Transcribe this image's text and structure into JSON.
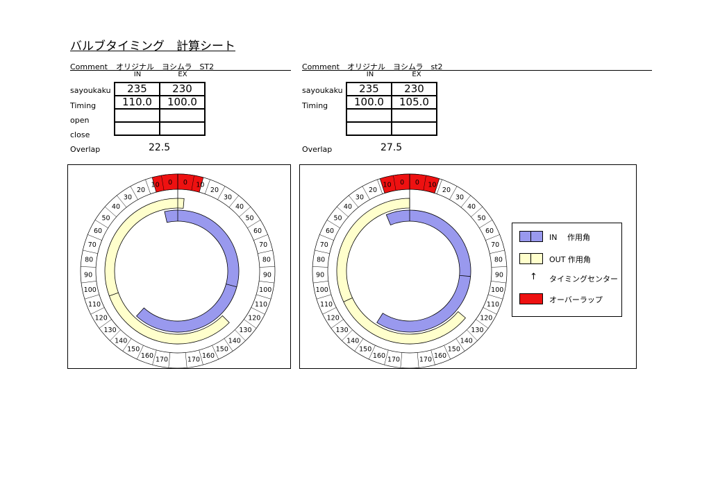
{
  "title": "バルブタイミング　計算シート",
  "sheets": [
    {
      "comment_label": "Comment",
      "comment": "オリジナル　ヨシムラ　ST2",
      "col_in": "IN",
      "col_ex": "EX",
      "rows": [
        {
          "label": "sayoukaku",
          "in": "235",
          "ex": "230"
        },
        {
          "label": "Timing",
          "in": "110.0",
          "ex": "100.0"
        },
        {
          "label": "open",
          "in": "",
          "ex": ""
        },
        {
          "label": "close",
          "in": "",
          "ex": ""
        }
      ],
      "overlap_label": "Overlap",
      "overlap": "22.5"
    },
    {
      "comment_label": "Comment",
      "comment": "オリジナル　ヨシムラ　st2",
      "col_in": "IN",
      "col_ex": "EX",
      "rows": [
        {
          "label": "sayoukaku",
          "in": "235",
          "ex": "230"
        },
        {
          "label": "Timing",
          "in": "100.0",
          "ex": "105.0"
        },
        {
          "label": "open",
          "in": "",
          "ex": ""
        },
        {
          "label": "close",
          "in": "",
          "ex": ""
        }
      ],
      "overlap_label": "Overlap",
      "overlap": "27.5"
    }
  ],
  "legend": {
    "in_label": "IN　 作用角",
    "out_label": "OUT 作用角",
    "center_symbol": "↑",
    "center_label": "タイミングセンター",
    "overlap_label": "オーバーラップ"
  },
  "colors": {
    "in": "#9999ee",
    "out": "#ffffcc",
    "overlap": "#ee1111"
  },
  "chart_data": [
    {
      "type": "radial-valve-timing",
      "scale_labels_right": [
        "0",
        "10",
        "20",
        "30",
        "40",
        "50",
        "60",
        "70",
        "80",
        "90",
        "100",
        "110",
        "120",
        "130",
        "140",
        "150",
        "160",
        "170"
      ],
      "scale_labels_left": [
        "0",
        "10",
        "20",
        "30",
        "40",
        "50",
        "60",
        "70",
        "80",
        "90",
        "100",
        "110",
        "120",
        "130",
        "140",
        "150",
        "160",
        "170"
      ],
      "in": {
        "duration": 235,
        "timing_center": 110.0
      },
      "ex": {
        "duration": 230,
        "timing_center": 100.0
      },
      "overlap": 22.5
    },
    {
      "type": "radial-valve-timing",
      "scale_labels_right": [
        "0",
        "10",
        "20",
        "30",
        "40",
        "50",
        "60",
        "70",
        "80",
        "90",
        "100",
        "110",
        "120",
        "130",
        "140",
        "150",
        "160",
        "170"
      ],
      "scale_labels_left": [
        "0",
        "10",
        "20",
        "30",
        "40",
        "50",
        "60",
        "70",
        "80",
        "90",
        "100",
        "110",
        "120",
        "130",
        "140",
        "150",
        "160",
        "170"
      ],
      "in": {
        "duration": 235,
        "timing_center": 100.0
      },
      "ex": {
        "duration": 230,
        "timing_center": 105.0
      },
      "overlap": 27.5
    }
  ]
}
